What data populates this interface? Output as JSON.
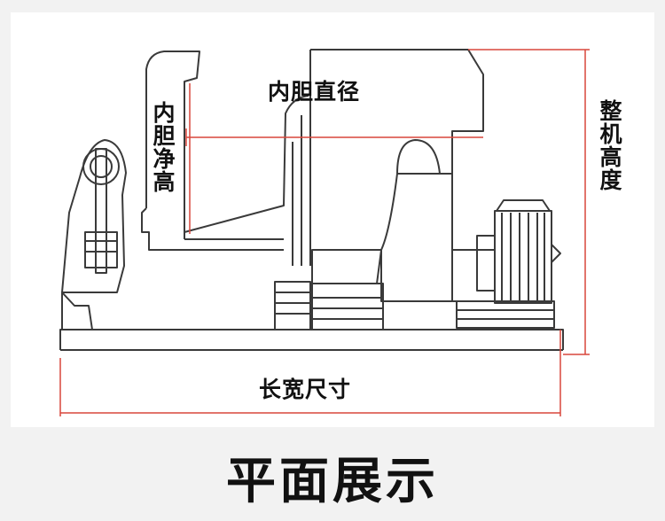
{
  "labels": {
    "inner_diameter": "内胆直径",
    "inner_clear_height": "内胆净高",
    "overall_height": "整机高度",
    "length_width": "长宽尺寸"
  },
  "footer": {
    "title": "平面展示"
  },
  "colors": {
    "dimension_line": "#d9463b",
    "outline": "#3a3a3a",
    "background": "#f2f2f2",
    "panel": "#ffffff"
  }
}
